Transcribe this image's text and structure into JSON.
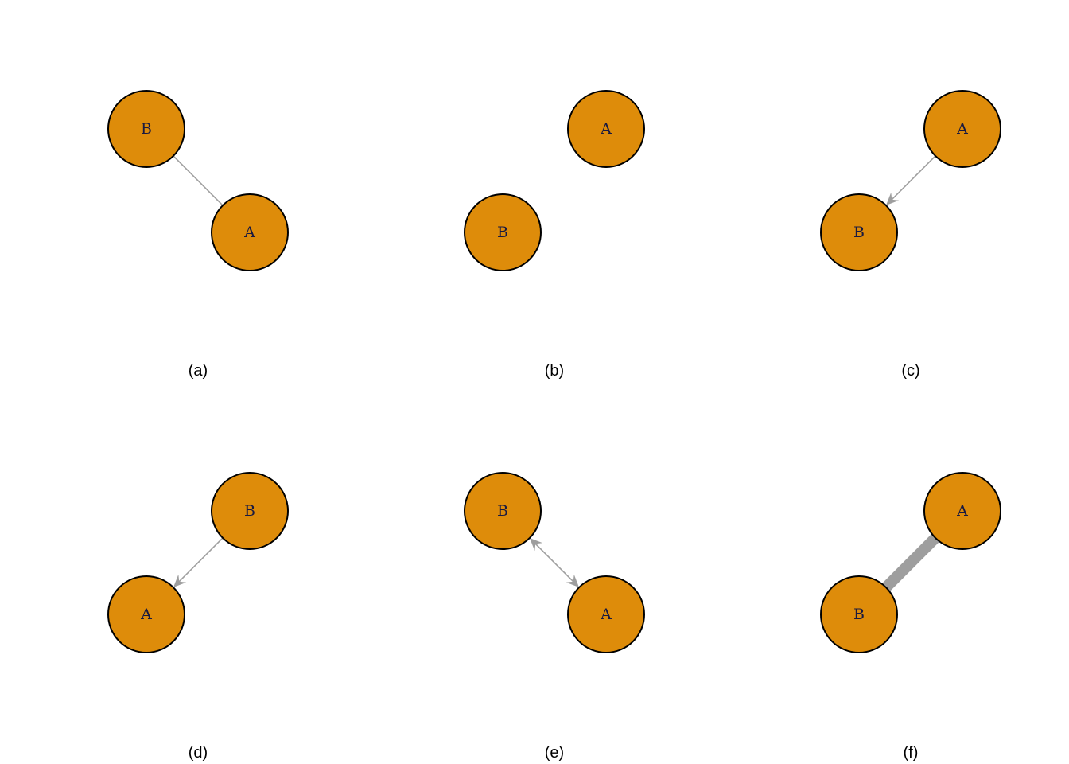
{
  "colors": {
    "node_fill": "#DE8C0A",
    "node_stroke": "#000000",
    "edge": "#9e9e9e",
    "label": "#1a1a40"
  },
  "panels": [
    {
      "caption": "(a)",
      "nodes": [
        "B",
        "A"
      ],
      "edge": {
        "type": "undirected",
        "from": "B",
        "to": "A",
        "weight": "thin"
      }
    },
    {
      "caption": "(b)",
      "nodes": [
        "A",
        "B"
      ],
      "edge": null
    },
    {
      "caption": "(c)",
      "nodes": [
        "A",
        "B"
      ],
      "edge": {
        "type": "directed",
        "from": "A",
        "to": "B",
        "weight": "thin"
      }
    },
    {
      "caption": "(d)",
      "nodes": [
        "B",
        "A"
      ],
      "edge": {
        "type": "directed",
        "from": "B",
        "to": "A",
        "weight": "thin"
      }
    },
    {
      "caption": "(e)",
      "nodes": [
        "B",
        "A"
      ],
      "edge": {
        "type": "bidirectional",
        "from": "A",
        "to": "B",
        "weight": "thin"
      }
    },
    {
      "caption": "(f)",
      "nodes": [
        "A",
        "B"
      ],
      "edge": {
        "type": "undirected",
        "from": "A",
        "to": "B",
        "weight": "thick"
      }
    }
  ]
}
